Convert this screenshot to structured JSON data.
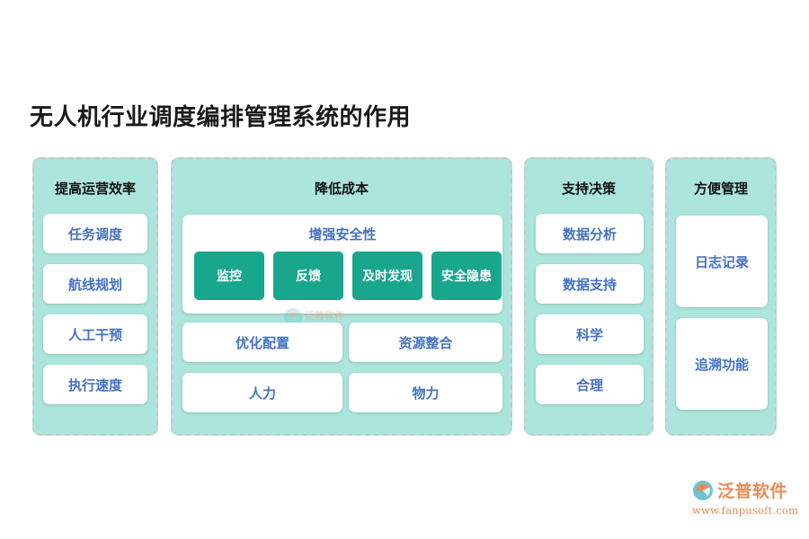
{
  "page": {
    "title": "无人机行业调度编排管理系统的作用",
    "background_color": "#ffffff"
  },
  "theme": {
    "column_bg": "#ABE5DC",
    "column_border": "#c9c9c9",
    "card_bg": "#ffffff",
    "card_text": "#4472C4",
    "chip_bg": "#18A68C",
    "chip_text": "#ffffff",
    "header_text": "#111111",
    "brand_color": "#E98B55"
  },
  "columns": [
    {
      "id": "improve-efficiency",
      "header": "提高运营效率",
      "cards": [
        "任务调度",
        "航线规划",
        "人工干预",
        "执行速度"
      ]
    },
    {
      "id": "reduce-cost",
      "header": "降低成本",
      "subpanel": {
        "title": "增强安全性",
        "chips": [
          "监控",
          "反馈",
          "及时发现",
          "安全隐患"
        ]
      },
      "rows": [
        [
          "优化配置",
          "资源整合"
        ],
        [
          "人力",
          "物力"
        ]
      ]
    },
    {
      "id": "support-decision",
      "header": "支持决策",
      "cards": [
        "数据分析",
        "数据支持",
        "科学",
        "合理"
      ]
    },
    {
      "id": "convenient-management",
      "header": "方便管理",
      "cards": [
        "日志记录",
        "追溯功能"
      ]
    }
  ],
  "brand": {
    "name": "泛普软件",
    "url": "www.fanpusoft.com"
  }
}
